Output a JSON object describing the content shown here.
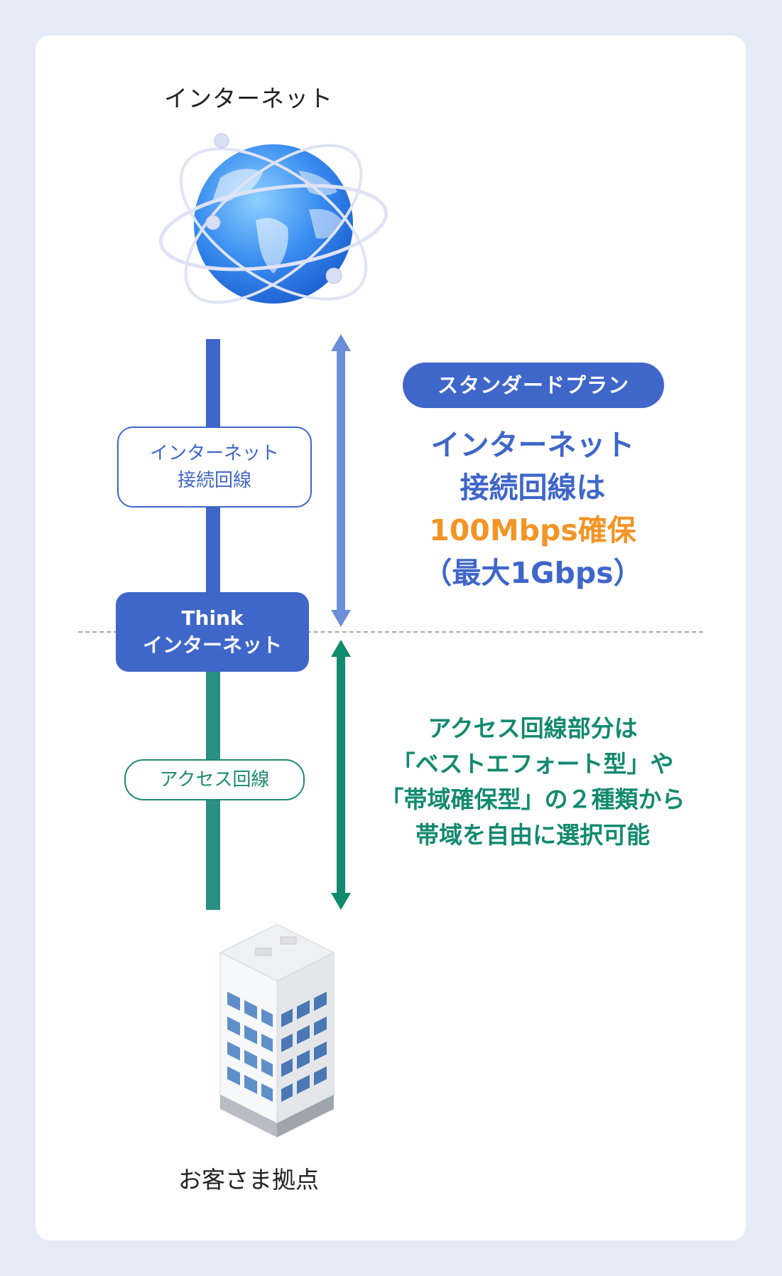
{
  "internet_label": "インターネット",
  "connection_box": {
    "line1": "インターネット",
    "line2": "接続回線"
  },
  "think_box": {
    "line1": "Think",
    "line2": "インターネット"
  },
  "access_box": "アクセス回線",
  "standard_plan": "スタンダードプラン",
  "standard_text": {
    "line1": "インターネット",
    "line2": "接続回線は",
    "line3": "100Mbps確保",
    "line4": "（最大1Gbps）"
  },
  "access_text": {
    "line1": "アクセス回線部分は",
    "line2": "「ベストエフォート型」や",
    "line3": "「帯域確保型」の２種類から",
    "line4": "帯域を自由に選択可能"
  },
  "customer_label": "お客さま拠点",
  "colors": {
    "blue": "#3f66c9",
    "green": "#128a6f",
    "orange": "#f39425",
    "background": "#e5eaf7"
  },
  "icons": [
    "globe-icon",
    "building-icon"
  ]
}
